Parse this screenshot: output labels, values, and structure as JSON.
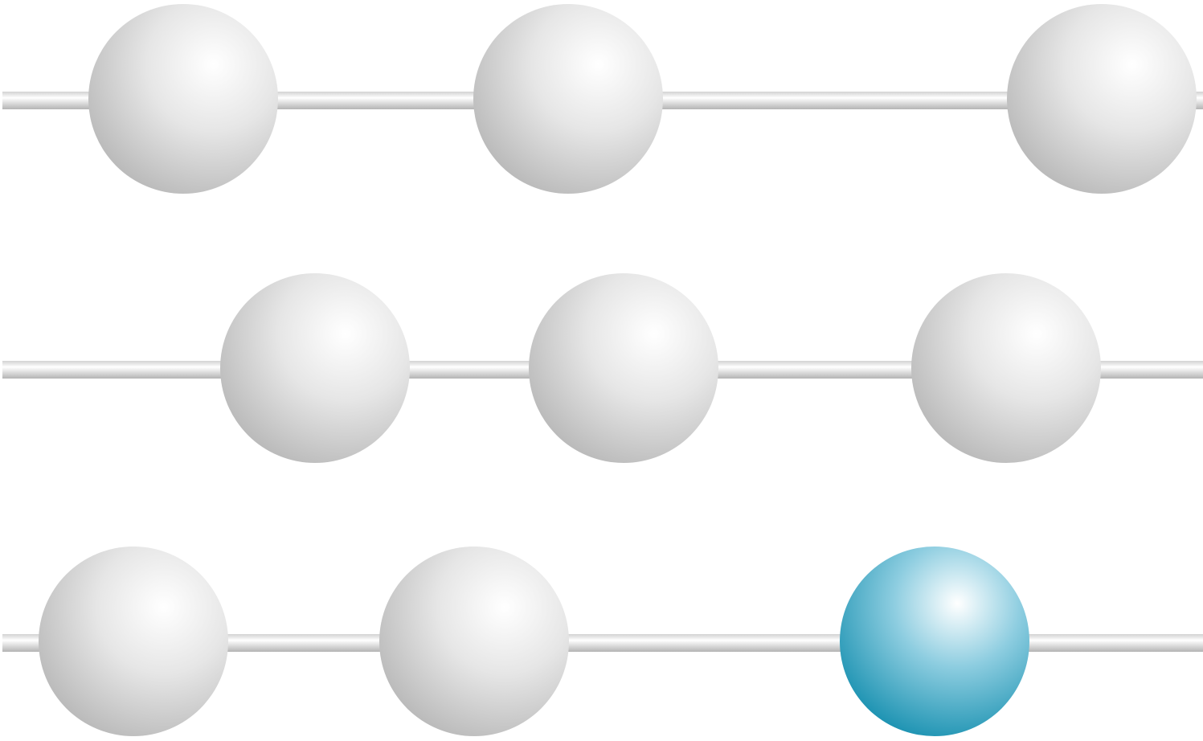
{
  "colors": {
    "background": "#ffffff",
    "bead_white_highlight": "#ffffff",
    "bead_white_mid": "#e4e4e4",
    "bead_white_shadow": "#b8b8b8",
    "bead_blue_highlight": "#ffffff",
    "bead_blue_mid": "#6ebfd6",
    "bead_blue_shadow": "#0f8fae",
    "rod_light": "#ffffff",
    "rod_dark": "#b9b9b9"
  },
  "rows": [
    {
      "name": "row-1",
      "beads": [
        {
          "name": "bead-1",
          "color": "white"
        },
        {
          "name": "bead-2",
          "color": "white"
        },
        {
          "name": "bead-3",
          "color": "white"
        }
      ]
    },
    {
      "name": "row-2",
      "beads": [
        {
          "name": "bead-1",
          "color": "white"
        },
        {
          "name": "bead-2",
          "color": "white"
        },
        {
          "name": "bead-3",
          "color": "white"
        }
      ]
    },
    {
      "name": "row-3",
      "beads": [
        {
          "name": "bead-1",
          "color": "white"
        },
        {
          "name": "bead-2",
          "color": "white"
        },
        {
          "name": "bead-3",
          "color": "blue"
        }
      ]
    }
  ]
}
